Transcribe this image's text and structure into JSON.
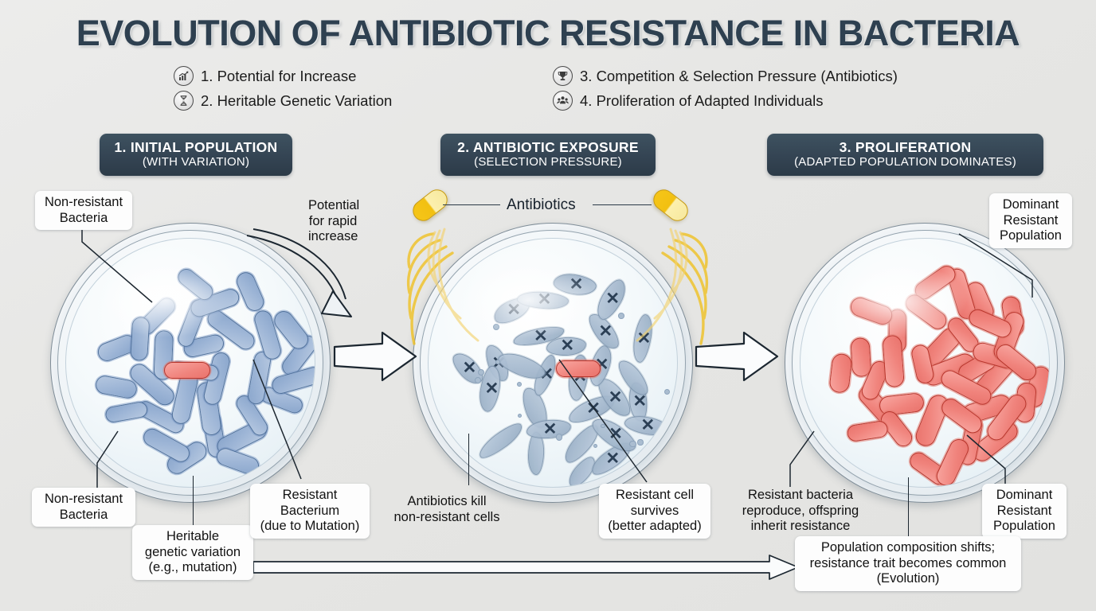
{
  "title": "EVOLUTION OF ANTIBIOTIC RESISTANCE IN BACTERIA",
  "palette": {
    "background": "#e8e8e6",
    "title_color": "#2e4050",
    "header_bg": "#344453",
    "non_resistant_fill": "#9db5d6",
    "non_resistant_stroke": "#50719b",
    "resistant_fill": "#f0837c",
    "resistant_stroke": "#b8352c",
    "antibiotic_yellow": "#f2c011",
    "dish_rim": "#7e8c97",
    "leader_line": "#1d2730"
  },
  "legend": {
    "items": [
      {
        "num": "1.",
        "label": "1. Potential for Increase",
        "icon": "chart-increase-icon"
      },
      {
        "num": "2.",
        "label": "2. Heritable Genetic Variation",
        "icon": "hourglass-dna-icon"
      },
      {
        "num": "3.",
        "label": "3. Competition & Selection Pressure (Antibiotics)",
        "icon": "trophy-icon"
      },
      {
        "num": "4.",
        "label": "4. Proliferation of Adapted Individuals",
        "icon": "people-group-icon"
      }
    ]
  },
  "stages": [
    {
      "id": "stage-1",
      "header_line1": "1. INITIAL POPULATION",
      "header_line2": "(WITH VARIATION)",
      "non_resistant_count": 30,
      "resistant_count": 1,
      "dead_count": 0
    },
    {
      "id": "stage-2",
      "header_line1": "2. ANTIBIOTIC EXPOSURE",
      "header_line2": "(SELECTION PRESSURE)",
      "non_resistant_count": 0,
      "resistant_count": 1,
      "dead_count": 28
    },
    {
      "id": "stage-3",
      "header_line1": "3. PROLIFERATION",
      "header_line2": "(ADAPTED POPULATION DOMINATES)",
      "non_resistant_count": 0,
      "resistant_count": 36,
      "dead_count": 0
    }
  ],
  "callouts": {
    "stage1_top_left": "Non-resistant\nBacteria",
    "stage1_top_left_l1": "Non-resistant",
    "stage1_top_left_l2": "Bacteria",
    "potential_l1": "Potential",
    "potential_l2": "for rapid",
    "potential_l3": "increase",
    "stage1_bottom_left_l1": "Non-resistant",
    "stage1_bottom_left_l2": "Bacteria",
    "heritable_l1": "Heritable",
    "heritable_l2": "genetic variation",
    "heritable_l3": "(e.g., mutation)",
    "resistant_bact_l1": "Resistant",
    "resistant_bact_l2": "Bacterium",
    "resistant_bact_l3": "(due to Mutation)",
    "antibiotics_label": "Antibiotics",
    "kill_l1": "Antibiotics kill",
    "kill_l2": "non-resistant cells",
    "survives_l1": "Resistant cell",
    "survives_l2": "survives",
    "survives_l3": "(better adapted)",
    "dominant_top_l1": "Dominant",
    "dominant_top_l2": "Resistant",
    "dominant_top_l3": "Population",
    "reproduce_l1": "Resistant bacteria",
    "reproduce_l2": "reproduce, offspring",
    "reproduce_l3": "inherit resistance",
    "dominant_bottom_l1": "Dominant",
    "dominant_bottom_l2": "Resistant",
    "dominant_bottom_l3": "Population",
    "evolution_l1": "Population composition shifts;",
    "evolution_l2": "resistance trait becomes common",
    "evolution_l3": "(Evolution)"
  }
}
